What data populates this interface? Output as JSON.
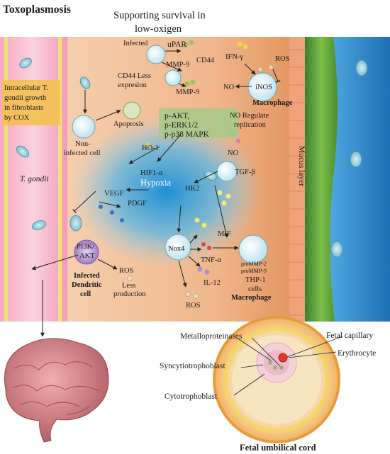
{
  "title": "Toxoplasmosis",
  "header": {
    "line1": "Supporting survival in",
    "line2": "low-oxigen"
  },
  "labels": {
    "infected": "Infected",
    "upar": "uPAR",
    "mmp9_top": "MMP-9",
    "cd44": "CD44",
    "cd44_less": "CD44 Less",
    "expresion": "expresion",
    "mmp9_bottom": "MMP-9",
    "ifn_gamma": "IFN-γ",
    "ros_top": "ROS",
    "no_left": "NO",
    "inos": "iNOS",
    "macrophage_top": "Macrophage",
    "no_regulate": "NO Regulate",
    "replication": "replication",
    "intra_1": "Intracellular T.",
    "intra_2": "gondii growth",
    "intra_3": "in fibroblasts",
    "intra_4": "by COX",
    "apoptosis": "Apoptosis",
    "non_infected_1": "Non-",
    "non_infected_2": "infected cell",
    "p_akt": "p-AKT,",
    "p_erk": "p-ERK1/2",
    "p_p38": "p-p38 MAPK",
    "ho1": "HO-1",
    "no_mid": "NO",
    "hif1a": "HIF1-α",
    "hypoxia": "Hypoxia",
    "hk2": "HK2",
    "tgfb": "TGF-β",
    "t_gondii": "T. gondii",
    "vegf": "VEGF",
    "pdgf": "PDGF",
    "mucus_layer": "Mucus layer",
    "nox4": "Nox4",
    "mif": "MIF",
    "tnfa": "TNF-α",
    "il12": "IL-12",
    "ros_bottom": "ROS",
    "pi3k": "PI3K/",
    "akt": "AKT",
    "ros_dc": "ROS",
    "less": "Less",
    "production": "production",
    "infected_dc_1": "Infected",
    "infected_dc_2": "Dendritic",
    "infected_dc_3": "cell",
    "prommp2": "proMMP-2",
    "prommp9": "proMMP-9",
    "thp1": "THP-1",
    "cells": "cells",
    "macrophage_bottom": "Macrophage",
    "metalloproteinases": "Metalloproteinases",
    "syncytiotrophoblast": "Syncytiotrophoblast",
    "cytotrophoblast": "Cytotrophoblast",
    "fetal_capillary": "Fetal capillary",
    "erythrocyte": "Erythrocyte",
    "fetal_umbilical_cord": "Fetal umbilical cord"
  },
  "colors": {
    "tissue_peach": "#f2c7a3",
    "tissue_orange": "#d9783a",
    "vessel_pink": "#f2b3c6",
    "vessel_wall": "#f0e27a",
    "green_band": "#5aa03a",
    "blue_lumen": "#2e86c8",
    "hypoxia_blue": "#3aa6dc",
    "signal_box": "#a9c98a",
    "intra_box": "#f4c04a",
    "brain": "#d98a8a",
    "cord_outer": "#f2a64a",
    "cord_inner": "#f5d49a"
  }
}
